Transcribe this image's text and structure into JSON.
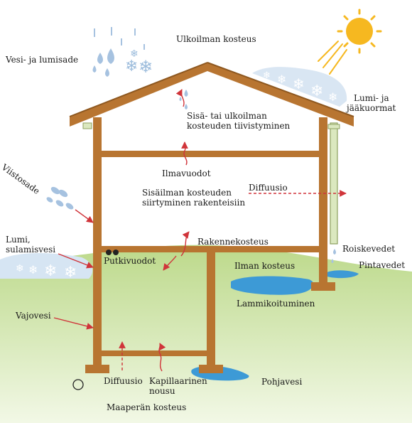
{
  "labels": {
    "outdoor_humidity": "Ulkoilman kosteus",
    "rain_snow": "Vesi- ja lumisade",
    "snow_ice_load_1": "Lumi- ja",
    "snow_ice_load_2": "jääkuormat",
    "condensation_1": "Sisä- tai ulkoilman",
    "condensation_2": "kosteuden tiivistyminen",
    "air_leaks": "Ilmavuodot",
    "driving_rain": "Viistosade",
    "indoor_moisture_1": "Sisäilman kosteuden",
    "indoor_moisture_2": "siirtyminen rakenteisiin",
    "diffusion_upper": "Diffuusio",
    "building_moisture": "Rakennekosteus",
    "snow_melt_1": "Lumi,",
    "snow_melt_2": "sulamisvesi",
    "pipe_leaks": "Putkivuodot",
    "splash_water": "Roiskevedet",
    "surface_water": "Pintavedet",
    "air_humidity": "Ilman kosteus",
    "ponding": "Lammikoituminen",
    "seepage": "Vajovesi",
    "diffusion_lower": "Diffuusio",
    "capillary_1": "Kapillaarinen",
    "capillary_2": "nousu",
    "groundwater": "Pohjavesi",
    "soil_moisture": "Maaperän kosteus"
  },
  "colors": {
    "wood": "#b87531",
    "arrow": "#d0343a",
    "water": "#3d9ad6",
    "grass": "#c9df9c",
    "snow": "#dbe7f2",
    "sun": "#f6b820",
    "drop": "#a6c2e0"
  }
}
